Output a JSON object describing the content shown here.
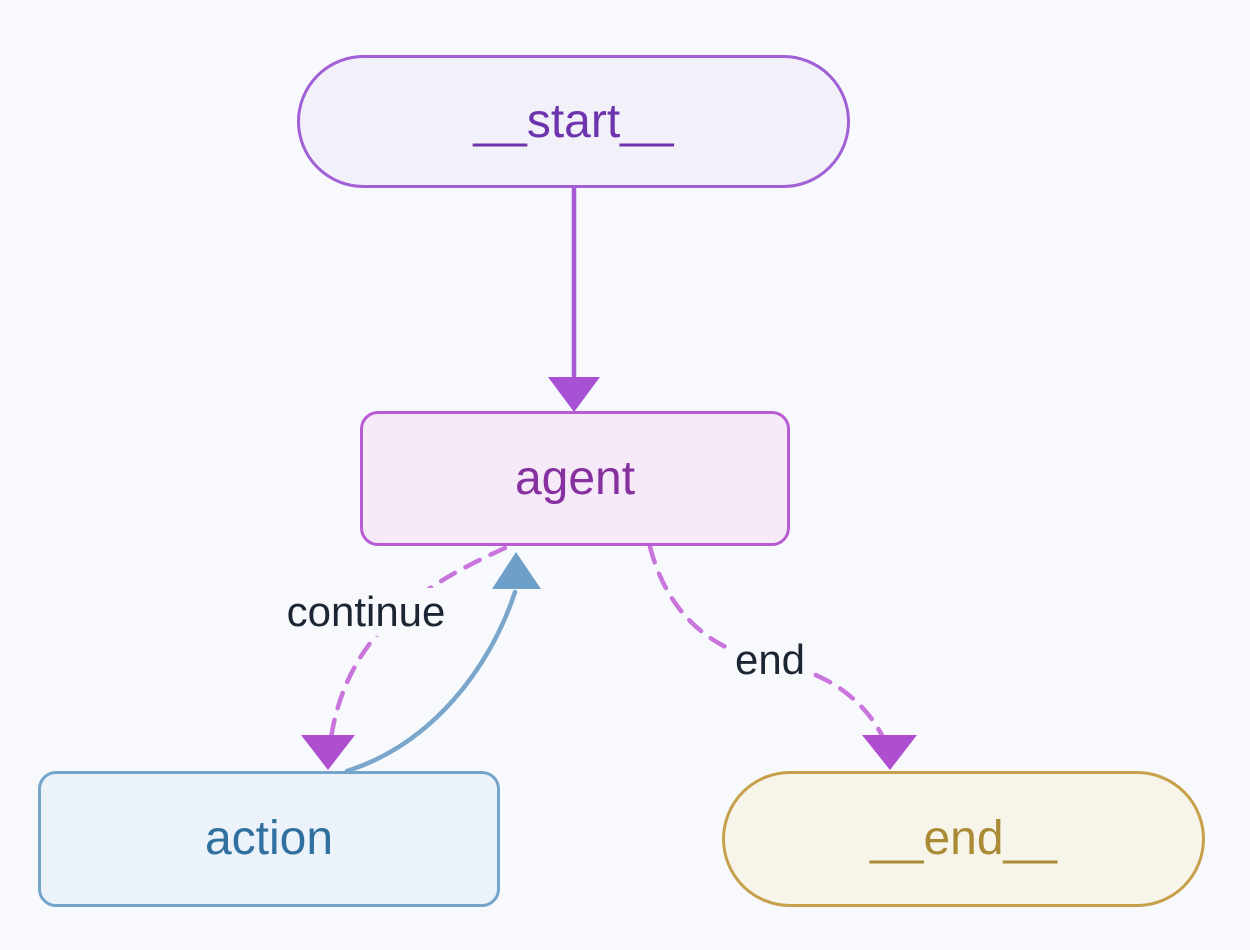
{
  "diagram": {
    "kind": "state-graph-flowchart",
    "background_color": "#f7f9fc",
    "edge_label_color": "#1b2533",
    "nodes": {
      "start": {
        "label": "__start__",
        "shape": "stadium",
        "border_color": "#a160d6",
        "fill_color": "#f2f0f8",
        "text_color": "#6d34ae"
      },
      "agent": {
        "label": "agent",
        "shape": "rounded-rect",
        "border_color": "#b75cd3",
        "fill_color": "#f6e9f8",
        "text_color": "#86319f"
      },
      "action": {
        "label": "action",
        "shape": "rounded-rect",
        "border_color": "#75a4cb",
        "fill_color": "#ecf2f9",
        "text_color": "#30709f"
      },
      "end": {
        "label": "__end__",
        "shape": "stadium",
        "border_color": "#c7a04b",
        "fill_color": "#f7f4e9",
        "text_color": "#aa8a35"
      }
    },
    "edges": [
      {
        "from": "__start__",
        "to": "agent",
        "label": "",
        "style": "solid",
        "color": "#a55ad6",
        "arrow_color": "#a751d5"
      },
      {
        "from": "agent",
        "to": "action",
        "label": "continue",
        "style": "dashed",
        "color": "#c975dc",
        "arrow_color": "#b04ed0"
      },
      {
        "from": "action",
        "to": "agent",
        "label": "",
        "style": "solid",
        "color": "#7aa6cb",
        "arrow_color": "#6d9fc9"
      },
      {
        "from": "agent",
        "to": "__end__",
        "label": "end",
        "style": "dashed",
        "color": "#c975dc",
        "arrow_color": "#b04ed0"
      }
    ]
  }
}
